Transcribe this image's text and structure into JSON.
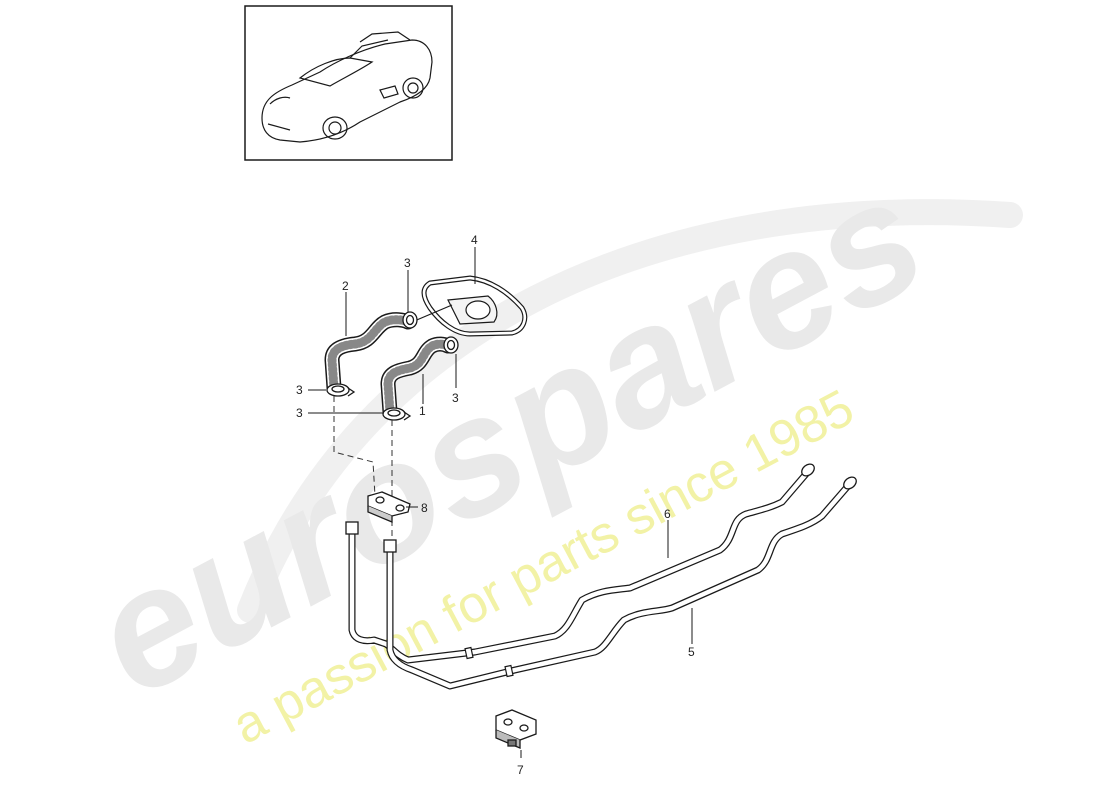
{
  "diagram": {
    "callouts": {
      "c1": "1",
      "c2": "2",
      "c3a": "3",
      "c3b": "3",
      "c3c": "3",
      "c3d": "3",
      "c4": "4",
      "c5": "5",
      "c6": "6",
      "c7": "7",
      "c8": "8"
    }
  },
  "watermark": {
    "brand": "eurospares",
    "tagline": "a passion for parts since 1985"
  },
  "colors": {
    "line": "#1a1a1a",
    "watermark_brand": "#e9e9e9",
    "watermark_tagline": "#f2f2a6"
  }
}
